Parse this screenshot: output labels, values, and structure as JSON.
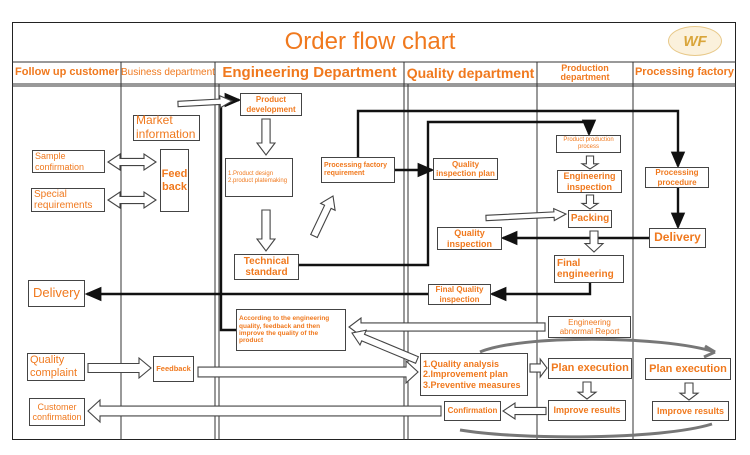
{
  "title": "Order flow chart",
  "logo_text": "WF",
  "columns": [
    "Follow up customer",
    "Business department",
    "Engineering Department",
    "Quality department",
    "Production department",
    "Processing factory"
  ],
  "boxes": {
    "product_development": "Product development",
    "market_information": "Market information",
    "sample_confirmation": "Sample confirmation",
    "feed_back": "Feed back",
    "special_requirements": "Special requirements",
    "product_design": "1.Product design\n2.product platemaking",
    "processing_factory_requirement": "Processing factory requirement",
    "technical_standard": "Technical standard",
    "quality_inspection_plan": "Quality inspection plan",
    "product_production_process": "Product production process",
    "engineering_inspection": "Engineering inspection",
    "packing": "Packing",
    "quality_inspection": "Quality inspection",
    "processing_procedure": "Processing procedure",
    "delivery_factory": "Delivery",
    "final_engineering": "Final engineering",
    "delivery_customer": "Delivery",
    "final_quality_inspection": "Final Quality inspection",
    "according": "According to the engineering quality, feedback and then improve the quality of the product",
    "engineering_abnormal_report": "Engineering abnormal Report",
    "quality_complaint": "Quality complaint",
    "feedback": "Feedback",
    "quality_analysis": "1.Quality analysis\n2.Improvement plan\n3.Preventive measures",
    "plan_execution_production": "Plan execution",
    "plan_execution_factory": "Plan execution",
    "customer_confirmation": "Customer confirmation",
    "confirmation": "Confirmation",
    "improve_results_production": "Improve results",
    "improve_results_factory": "Improve results"
  },
  "colors": {
    "text": "#f0791e",
    "line": "#111111",
    "arrow_fill": "#ffffff",
    "logo": "#d9a53a"
  }
}
